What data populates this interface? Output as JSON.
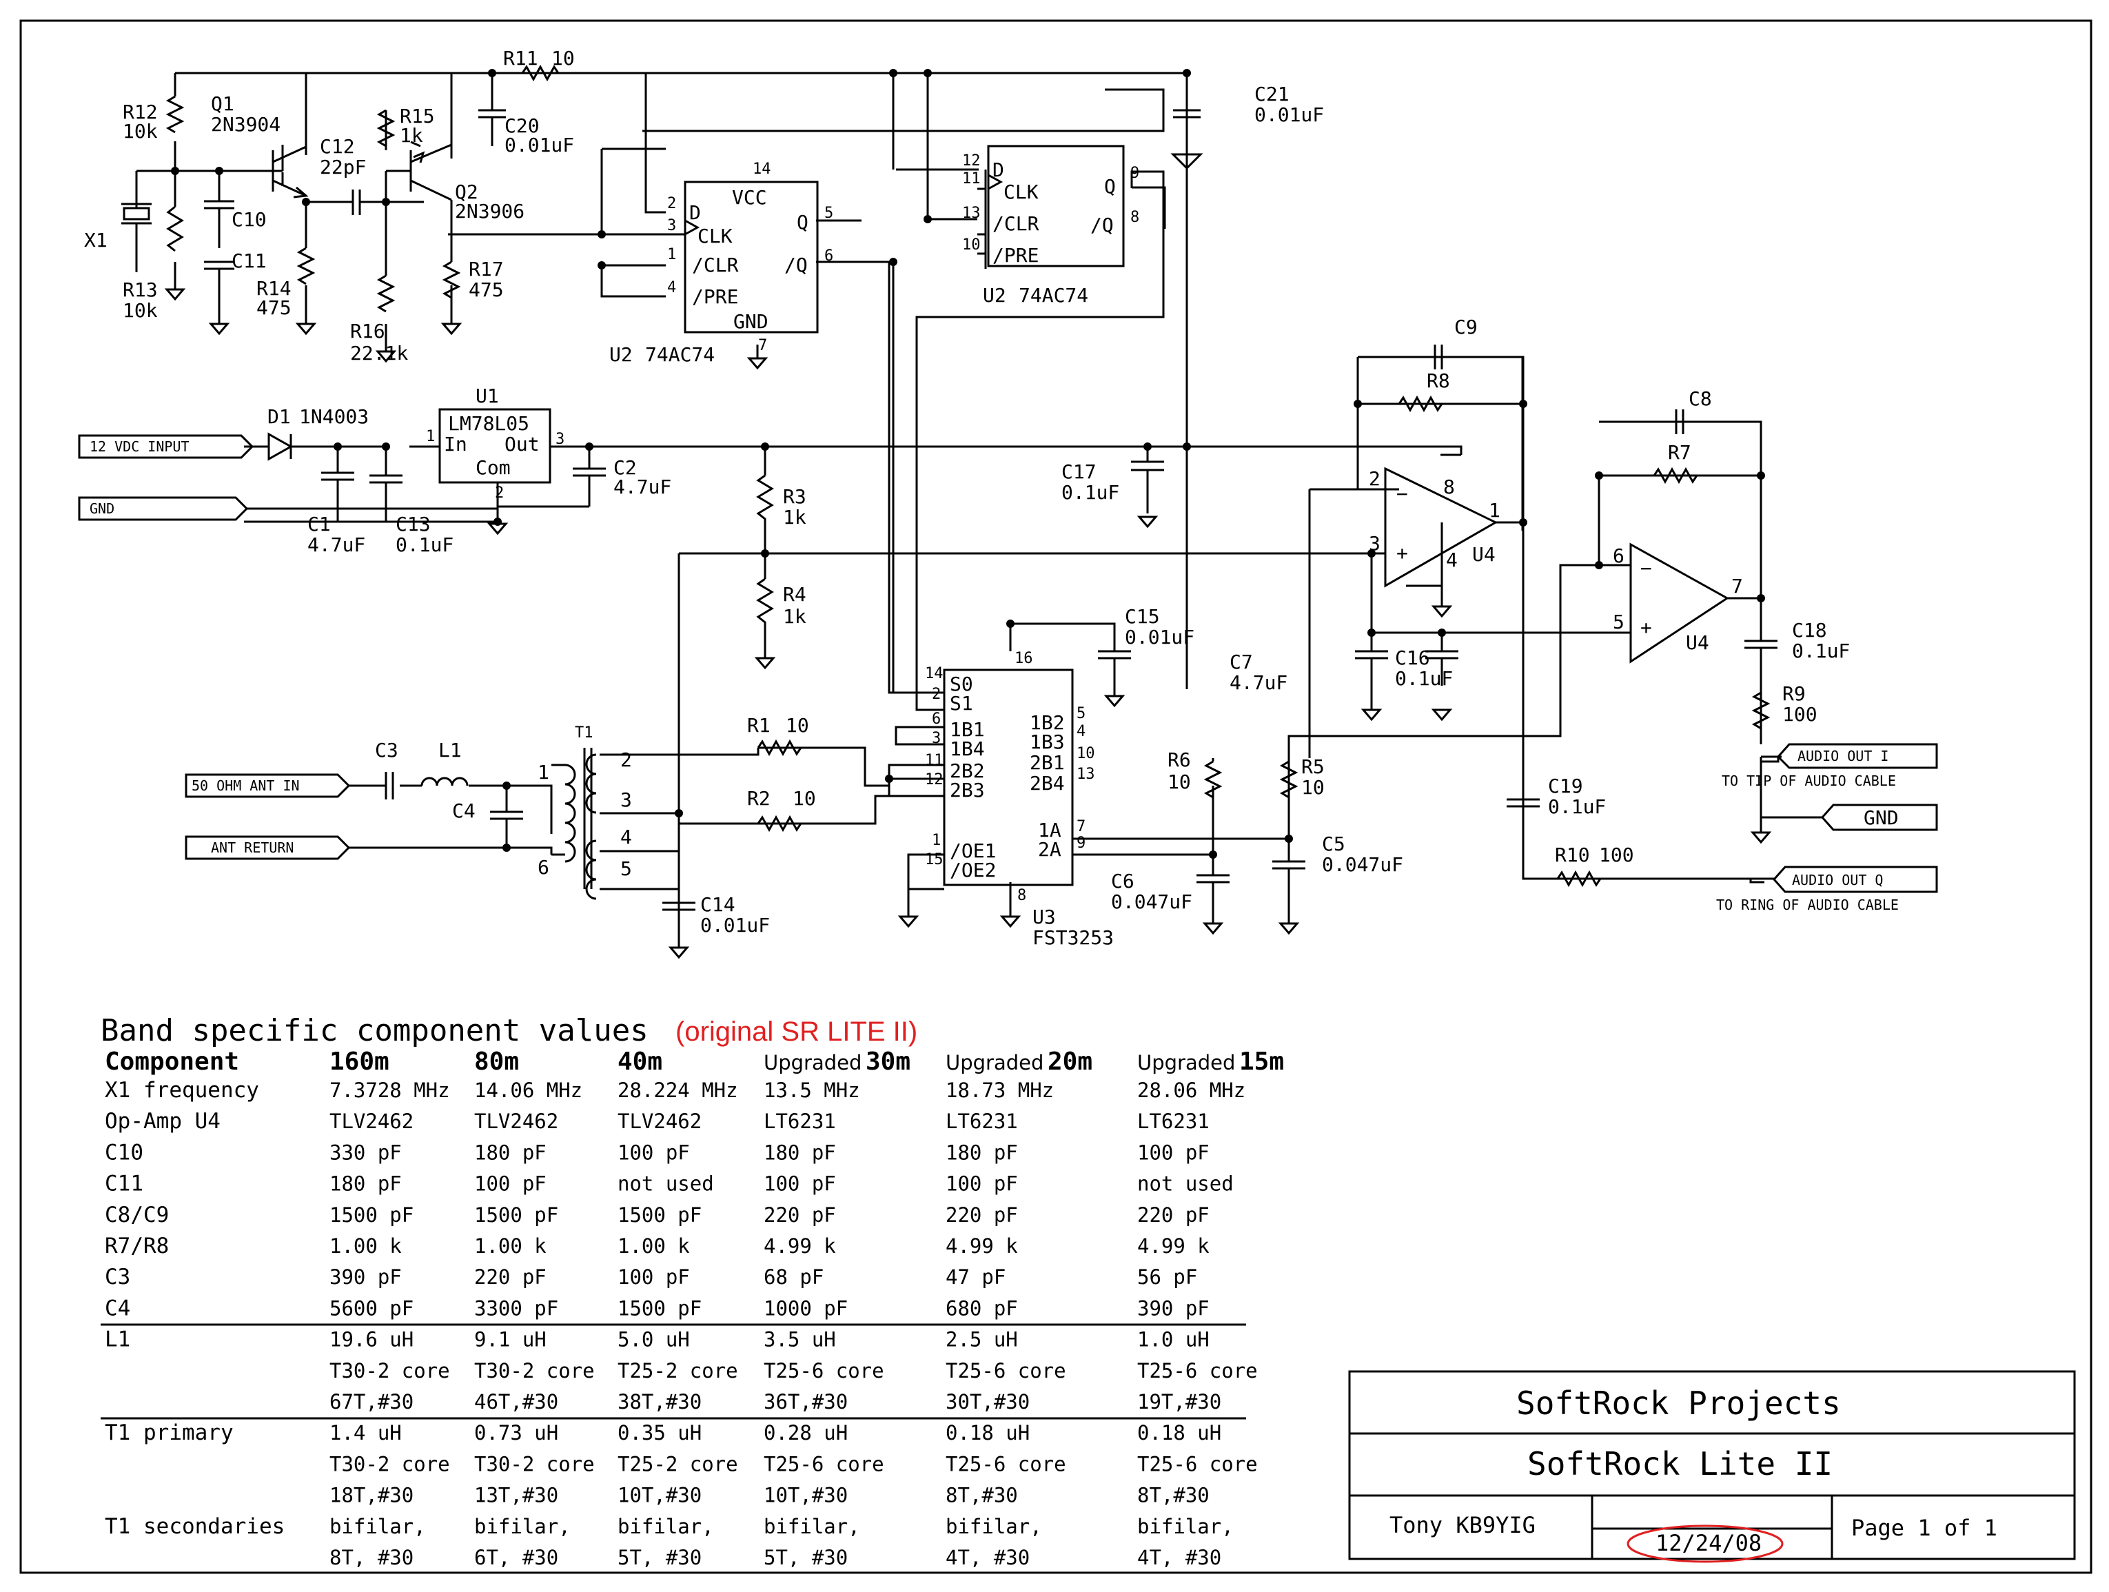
{
  "components": {
    "R12": {
      "ref": "R12",
      "value": "10k"
    },
    "R13": {
      "ref": "R13",
      "value": "10k"
    },
    "Q1": {
      "ref": "Q1",
      "value": "2N3904"
    },
    "C10": {
      "ref": "C10"
    },
    "C11": {
      "ref": "C11"
    },
    "R14": {
      "ref": "R14",
      "value": "475"
    },
    "C12": {
      "ref": "C12",
      "value": "22pF"
    },
    "R15": {
      "ref": "R15",
      "value": "1k"
    },
    "R16": {
      "ref": "R16",
      "value": "22.1k"
    },
    "Q2": {
      "ref": "Q2",
      "value": "2N3906"
    },
    "R17": {
      "ref": "R17",
      "value": "475"
    },
    "C20": {
      "ref": "C20",
      "value": "0.01uF"
    },
    "R11": {
      "ref": "R11",
      "value": "10"
    },
    "X1": {
      "ref": "X1"
    },
    "C21": {
      "ref": "C21",
      "value": "0.01uF"
    },
    "U2a": {
      "ref": "U2",
      "value": "74AC74"
    },
    "U2b": {
      "ref": "U2",
      "value": "74AC74"
    },
    "D1": {
      "ref": "D1",
      "value": "1N4003"
    },
    "U1": {
      "ref": "U1",
      "value": "LM78L05"
    },
    "C1": {
      "ref": "C1",
      "value": "4.7uF"
    },
    "C13": {
      "ref": "C13",
      "value": "0.1uF"
    },
    "C2": {
      "ref": "C2",
      "value": "4.7uF"
    },
    "R3": {
      "ref": "R3",
      "value": "1k"
    },
    "R4": {
      "ref": "R4",
      "value": "1k"
    },
    "C17": {
      "ref": "C17",
      "value": "0.1uF"
    },
    "C9": {
      "ref": "C9"
    },
    "R8": {
      "ref": "R8"
    },
    "C8": {
      "ref": "C8"
    },
    "R7": {
      "ref": "R7"
    },
    "U4a": {
      "ref": "U4"
    },
    "U4b": {
      "ref": "U4"
    },
    "C15": {
      "ref": "C15",
      "value": "0.01uF"
    },
    "C7": {
      "ref": "C7",
      "value": "4.7uF"
    },
    "C16": {
      "ref": "C16",
      "value": "0.1uF"
    },
    "C18": {
      "ref": "C18",
      "value": "0.1uF"
    },
    "R9": {
      "ref": "R9",
      "value": "100"
    },
    "C3": {
      "ref": "C3"
    },
    "L1": {
      "ref": "L1"
    },
    "C4": {
      "ref": "C4"
    },
    "T1": {
      "ref": "T1"
    },
    "R1": {
      "ref": "R1",
      "value": "10"
    },
    "R2": {
      "ref": "R2",
      "value": "10"
    },
    "C14": {
      "ref": "C14",
      "value": "0.01uF"
    },
    "U3": {
      "ref": "U3",
      "value": "FST3253"
    },
    "R6": {
      "ref": "R6",
      "value": "10"
    },
    "R5": {
      "ref": "R5",
      "value": "10"
    },
    "C5": {
      "ref": "C5",
      "value": "0.047uF"
    },
    "C6": {
      "ref": "C6",
      "value": "0.047uF"
    },
    "C19": {
      "ref": "C19",
      "value": "0.1uF"
    },
    "R10": {
      "ref": "R10",
      "value": "100"
    }
  },
  "ic_pins": {
    "u2a": {
      "vcc": "VCC",
      "d": "D",
      "clk": "CLK",
      "clr": "/CLR",
      "pre": "/PRE",
      "q": "Q",
      "qn": "/Q",
      "gnd": "GND",
      "p14": "14",
      "p2": "2",
      "p3": "3",
      "p1": "1",
      "p4": "4",
      "p5": "5",
      "p6": "6",
      "p7": "7"
    },
    "u2b": {
      "d": "D",
      "clk": "CLK",
      "clr": "/CLR",
      "pre": "/PRE",
      "q": "Q",
      "qn": "/Q",
      "p12": "12",
      "p11": "11",
      "p13": "13",
      "p10": "10",
      "p9": "9",
      "p8": "8"
    },
    "u1": {
      "in": "In",
      "out": "Out",
      "com": "Com",
      "p1": "1",
      "p2": "2",
      "p3": "3"
    },
    "u3": {
      "s0": "S0",
      "s1": "S1",
      "b1_1": "1B1",
      "b1_4": "1B4",
      "b2_2": "2B2",
      "b2_3": "2B3",
      "oe1": "/OE1",
      "oe2": "/OE2",
      "b1_2": "1B2",
      "b1_3": "1B3",
      "b2_1": "2B1",
      "b2_4": "2B4",
      "a1": "1A",
      "a2": "2A",
      "p14": "14",
      "p2": "2",
      "p6": "6",
      "p3": "3",
      "p11": "11",
      "p12": "12",
      "p1": "1",
      "p15": "15",
      "p16": "16",
      "p5": "5",
      "p4": "4",
      "p10": "10",
      "p13": "13",
      "p7": "7",
      "p9": "9",
      "p8": "8"
    },
    "u4a": {
      "p2": "2",
      "p3": "3",
      "p8": "8",
      "p4": "4",
      "p1": "1"
    },
    "u4b": {
      "p6": "6",
      "p5": "5",
      "p7": "7"
    },
    "t1": {
      "p1": "1",
      "p6": "6",
      "p2": "2",
      "p3": "3",
      "p4": "4",
      "p5": "5"
    }
  },
  "connectors": {
    "dc_input": "12 VDC INPUT",
    "gnd_in": "GND",
    "ant_in": "50 OHM ANT IN",
    "ant_return": "ANT RETURN",
    "audio_i": "AUDIO OUT I",
    "audio_i_note": "TO TIP OF AUDIO CABLE",
    "gnd_out": "GND",
    "audio_q": "AUDIO OUT Q",
    "audio_q_note": "TO RING OF AUDIO CABLE"
  },
  "table": {
    "title": "Band specific component values",
    "note": "(original SR LITE II)",
    "header": {
      "component": "Component",
      "c160": "160m",
      "c80": "80m",
      "c40": "40m",
      "c30": {
        "prefix": "Upgraded",
        "band": "30m"
      },
      "c20": {
        "prefix": "Upgraded",
        "band": "20m"
      },
      "c15": {
        "prefix": "Upgraded",
        "band": "15m"
      }
    },
    "rows": [
      [
        "X1 frequency",
        "7.3728 MHz",
        "14.06 MHz",
        "28.224 MHz",
        "13.5 MHz",
        "18.73 MHz",
        "28.06 MHz"
      ],
      [
        "Op-Amp U4",
        "TLV2462",
        "TLV2462",
        "TLV2462",
        "LT6231",
        "LT6231",
        "LT6231"
      ],
      [
        "C10",
        "330 pF",
        "180 pF",
        "100 pF",
        "180 pF",
        "180 pF",
        "100 pF"
      ],
      [
        "C11",
        "180 pF",
        "100 pF",
        "not used",
        "100 pF",
        "100 pF",
        "not used"
      ],
      [
        "C8/C9",
        "1500 pF",
        "1500 pF",
        "1500 pF",
        "220 pF",
        "220 pF",
        "220 pF"
      ],
      [
        "R7/R8",
        "1.00 k",
        "1.00 k",
        "1.00 k",
        "4.99 k",
        "4.99 k",
        "4.99 k"
      ],
      [
        "C3",
        "390 pF",
        "220 pF",
        "100 pF",
        "68 pF",
        "47 pF",
        "56 pF"
      ],
      [
        "C4",
        "5600 pF",
        "3300 pF",
        "1500 pF",
        "1000 pF",
        "680 pF",
        "390 pF"
      ],
      [
        "L1",
        "19.6 uH",
        "9.1 uH",
        "5.0 uH",
        "3.5 uH",
        "2.5 uH",
        "1.0 uH"
      ],
      [
        "",
        "T30-2 core",
        "T30-2 core",
        "T25-2 core",
        "T25-6 core",
        "T25-6 core",
        "T25-6 core"
      ],
      [
        "",
        "67T,#30",
        "46T,#30",
        "38T,#30",
        "36T,#30",
        "30T,#30",
        "19T,#30"
      ],
      [
        "T1 primary",
        "1.4 uH",
        "0.73 uH",
        "0.35 uH",
        "0.28 uH",
        "0.18 uH",
        "0.18 uH"
      ],
      [
        "",
        "T30-2 core",
        "T30-2 core",
        "T25-2 core",
        "T25-6 core",
        "T25-6 core",
        "T25-6 core"
      ],
      [
        "",
        "18T,#30",
        "13T,#30",
        "10T,#30",
        "10T,#30",
        "8T,#30",
        "8T,#30"
      ],
      [
        "T1 secondaries",
        "bifilar,",
        "bifilar,",
        "bifilar,",
        "bifilar,",
        "bifilar,",
        "bifilar,"
      ],
      [
        "",
        "8T, #30",
        "6T, #30",
        "5T, #30",
        "5T, #30",
        "4T, #30",
        "4T, #30"
      ]
    ]
  },
  "title_block": {
    "org": "SoftRock Projects",
    "project": "SoftRock Lite II",
    "author": "Tony KB9YIG",
    "date": "12/24/08",
    "page": "Page 1 of 1"
  },
  "colors": {
    "ink": "#000000",
    "highlight": "#e02020",
    "background": "#ffffff"
  }
}
